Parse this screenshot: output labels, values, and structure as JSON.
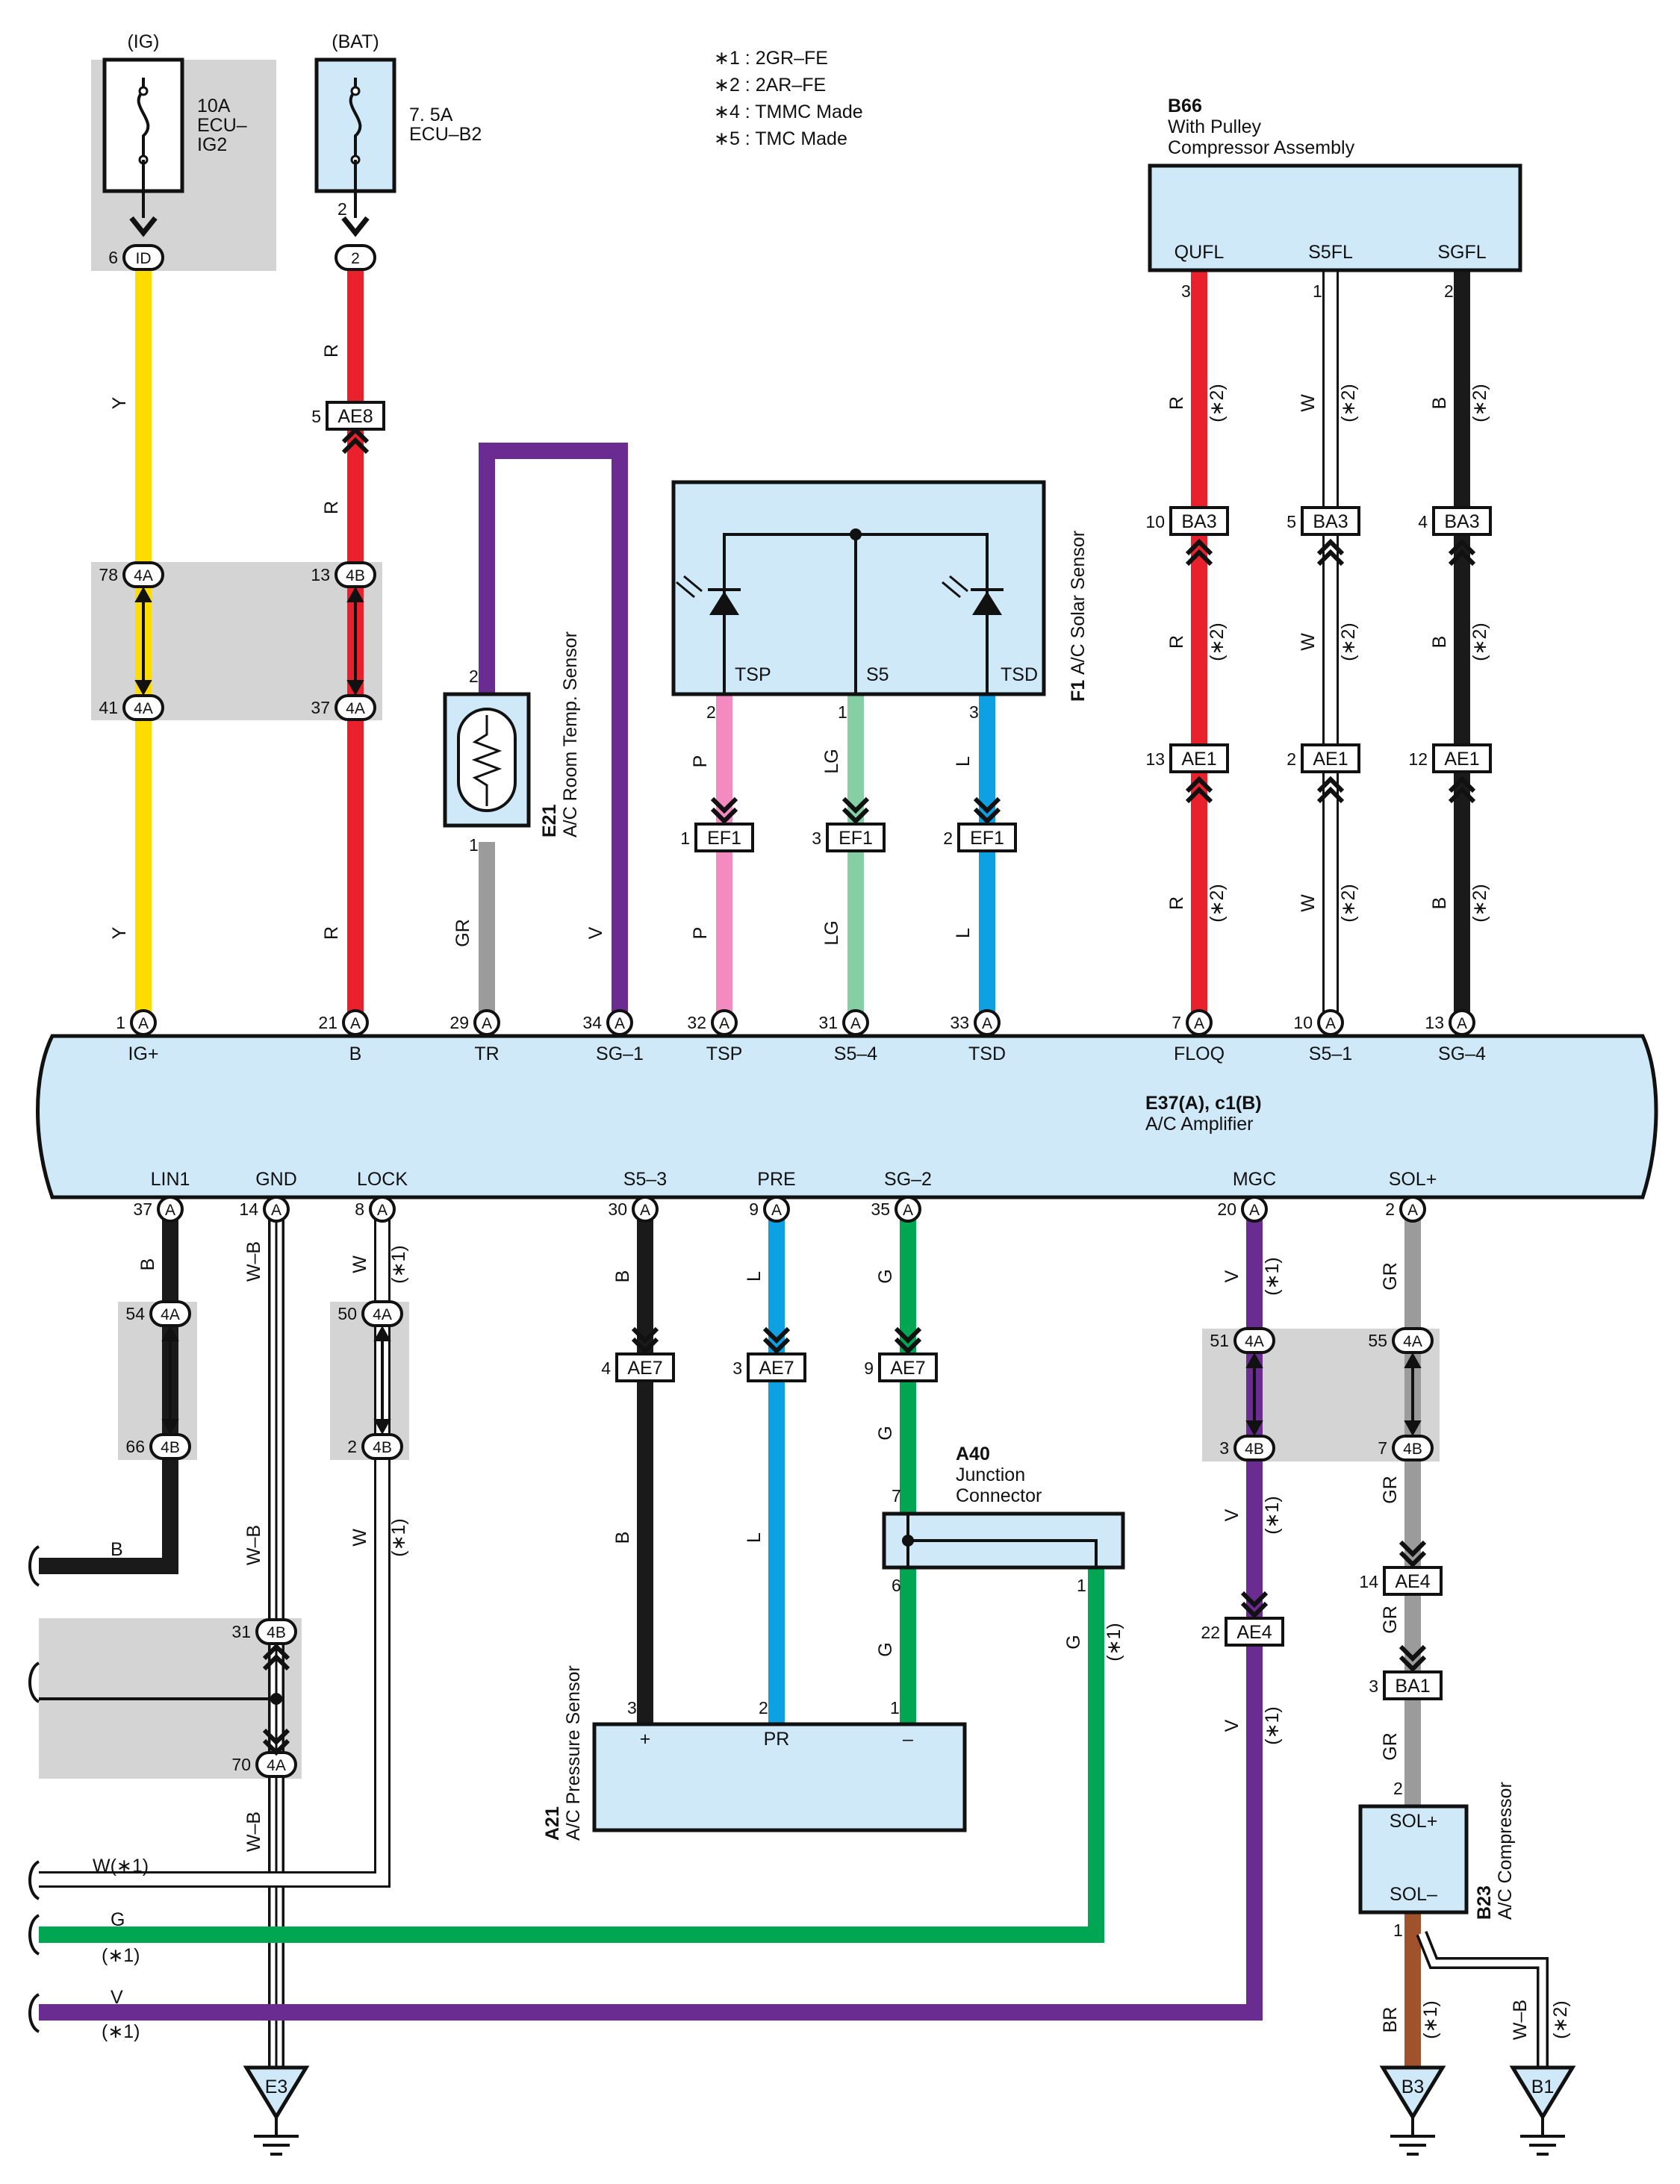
{
  "header": {
    "legend": [
      "∗1 : 2GR–FE",
      "∗2 : 2AR–FE",
      "∗4 : TMMC Made",
      "∗5 : TMC Made"
    ]
  },
  "power": {
    "ig": {
      "tag": "(IG)",
      "fuse": [
        "10A",
        "ECU–",
        "IG2"
      ],
      "pin": "6",
      "conn": "ID"
    },
    "bat": {
      "tag": "(BAT)",
      "fuse": [
        "7. 5A",
        "ECU–B2"
      ],
      "pin_top": "2",
      "conn": "2"
    }
  },
  "amplifier": {
    "code": "E37(A), c1(B)",
    "name": "A/C Amplifier",
    "top_terminals": [
      {
        "pin": "1",
        "name": "IG+"
      },
      {
        "pin": "21",
        "name": "B"
      },
      {
        "pin": "29",
        "name": "TR"
      },
      {
        "pin": "34",
        "name": "SG–1"
      },
      {
        "pin": "32",
        "name": "TSP"
      },
      {
        "pin": "31",
        "name": "S5–4"
      },
      {
        "pin": "33",
        "name": "TSD"
      },
      {
        "pin": "7",
        "name": "FLOQ"
      },
      {
        "pin": "10",
        "name": "S5–1"
      },
      {
        "pin": "13",
        "name": "SG–4"
      }
    ],
    "bottom_terminals": [
      {
        "pin": "37",
        "name": "LIN1"
      },
      {
        "pin": "14",
        "name": "GND"
      },
      {
        "pin": "8",
        "name": "LOCK"
      },
      {
        "pin": "30",
        "name": "S5–3"
      },
      {
        "pin": "9",
        "name": "PRE"
      },
      {
        "pin": "35",
        "name": "SG–2"
      },
      {
        "pin": "20",
        "name": "MGC"
      },
      {
        "pin": "2",
        "name": "SOL+"
      }
    ],
    "conn_letter": "A"
  },
  "compressor_pulley": {
    "code": "B66",
    "line1": "With Pulley",
    "line2": "Compressor Assembly",
    "terminals": [
      {
        "pin": "3",
        "name": "QUFL"
      },
      {
        "pin": "1",
        "name": "S5FL"
      },
      {
        "pin": "2",
        "name": "SGFL"
      }
    ]
  },
  "solar_sensor": {
    "code": "F1",
    "name": "A/C Solar Sensor",
    "terminals": [
      {
        "pin": "2",
        "name": "TSP"
      },
      {
        "pin": "1",
        "name": "S5"
      },
      {
        "pin": "3",
        "name": "TSD"
      }
    ]
  },
  "room_sensor": {
    "code": "E21",
    "name": "A/C Room Temp.  Sensor",
    "pin_top": "2",
    "pin_bottom": "1"
  },
  "pressure_sensor": {
    "code": "A21",
    "name": "A/C Pressure Sensor",
    "terminals": [
      {
        "pin": "3",
        "name": "+"
      },
      {
        "pin": "2",
        "name": "PR"
      },
      {
        "pin": "1",
        "name": "–"
      }
    ]
  },
  "junction": {
    "code": "A40",
    "line1": "Junction",
    "line2": "Connector",
    "pin_top": "7",
    "pin_left": "6",
    "pin_right": "1"
  },
  "compressor": {
    "code": "B23",
    "name": "A/C Compressor",
    "t1": "SOL+",
    "t2": "SOL–",
    "pin_top": "2",
    "pin_bottom": "1"
  },
  "connectors": {
    "ae8": {
      "pin": "5",
      "name": "AE8"
    },
    "ig_4a_top": {
      "pin": "78",
      "name": "4A"
    },
    "ig_4a_bot": {
      "pin": "41",
      "name": "4A"
    },
    "b_4b_top": {
      "pin": "13",
      "name": "4B"
    },
    "b_4a_bot": {
      "pin": "37",
      "name": "4A"
    },
    "ef1_tsp": {
      "pin": "1",
      "name": "EF1"
    },
    "ef1_s5": {
      "pin": "3",
      "name": "EF1"
    },
    "ef1_tsd": {
      "pin": "2",
      "name": "EF1"
    },
    "ba3_q": {
      "pin": "10",
      "name": "BA3"
    },
    "ba3_s": {
      "pin": "5",
      "name": "BA3"
    },
    "ba3_g": {
      "pin": "4",
      "name": "BA3"
    },
    "ae1_q": {
      "pin": "13",
      "name": "AE1"
    },
    "ae1_s": {
      "pin": "2",
      "name": "AE1"
    },
    "ae1_g": {
      "pin": "12",
      "name": "AE1"
    },
    "lin_4a": {
      "pin": "54",
      "name": "4A"
    },
    "lin_4b": {
      "pin": "66",
      "name": "4B"
    },
    "lock_4a": {
      "pin": "50",
      "name": "4A"
    },
    "lock_4b": {
      "pin": "2",
      "name": "4B"
    },
    "ae7_s5": {
      "pin": "4",
      "name": "AE7"
    },
    "ae7_pre": {
      "pin": "3",
      "name": "AE7"
    },
    "ae7_sg": {
      "pin": "9",
      "name": "AE7"
    },
    "mgc_4a": {
      "pin": "51",
      "name": "4A"
    },
    "mgc_4b": {
      "pin": "3",
      "name": "4B"
    },
    "sol_4a": {
      "pin": "55",
      "name": "4A"
    },
    "sol_4b": {
      "pin": "7",
      "name": "4B"
    },
    "mgc_ae4": {
      "pin": "22",
      "name": "AE4"
    },
    "sol_ae4": {
      "pin": "14",
      "name": "AE4"
    },
    "sol_ba1": {
      "pin": "3",
      "name": "BA1"
    },
    "gnd_4b": {
      "pin": "31",
      "name": "4B"
    },
    "gnd_4a": {
      "pin": "70",
      "name": "4A"
    }
  },
  "wire_labels": {
    "y": "Y",
    "r": "R",
    "gr": "GR",
    "v": "V",
    "p": "P",
    "lg": "LG",
    "l": "L",
    "w": "W",
    "b": "B",
    "wb": "W–B",
    "g": "G",
    "br": "BR",
    "star1": "(∗1)",
    "star2": "(∗2)",
    "w_star1": "W(∗1)"
  },
  "grounds": {
    "e3": "E3",
    "b3": "B3",
    "b1": "B1"
  }
}
